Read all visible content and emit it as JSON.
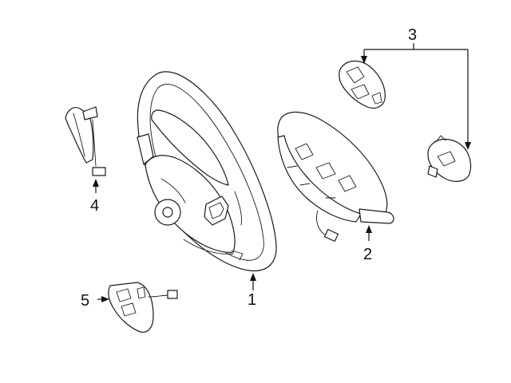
{
  "diagram": {
    "background": "#ffffff",
    "line_color": "#1a1a1a",
    "callouts": [
      {
        "id": "1",
        "label": "1",
        "part": "steering-wheel"
      },
      {
        "id": "2",
        "label": "2",
        "part": "switch-assembly-right"
      },
      {
        "id": "3",
        "label": "3",
        "part": "switch-module-pair"
      },
      {
        "id": "4",
        "label": "4",
        "part": "paddle-shifter-bracket"
      },
      {
        "id": "5",
        "label": "5",
        "part": "control-switch-left"
      }
    ]
  }
}
